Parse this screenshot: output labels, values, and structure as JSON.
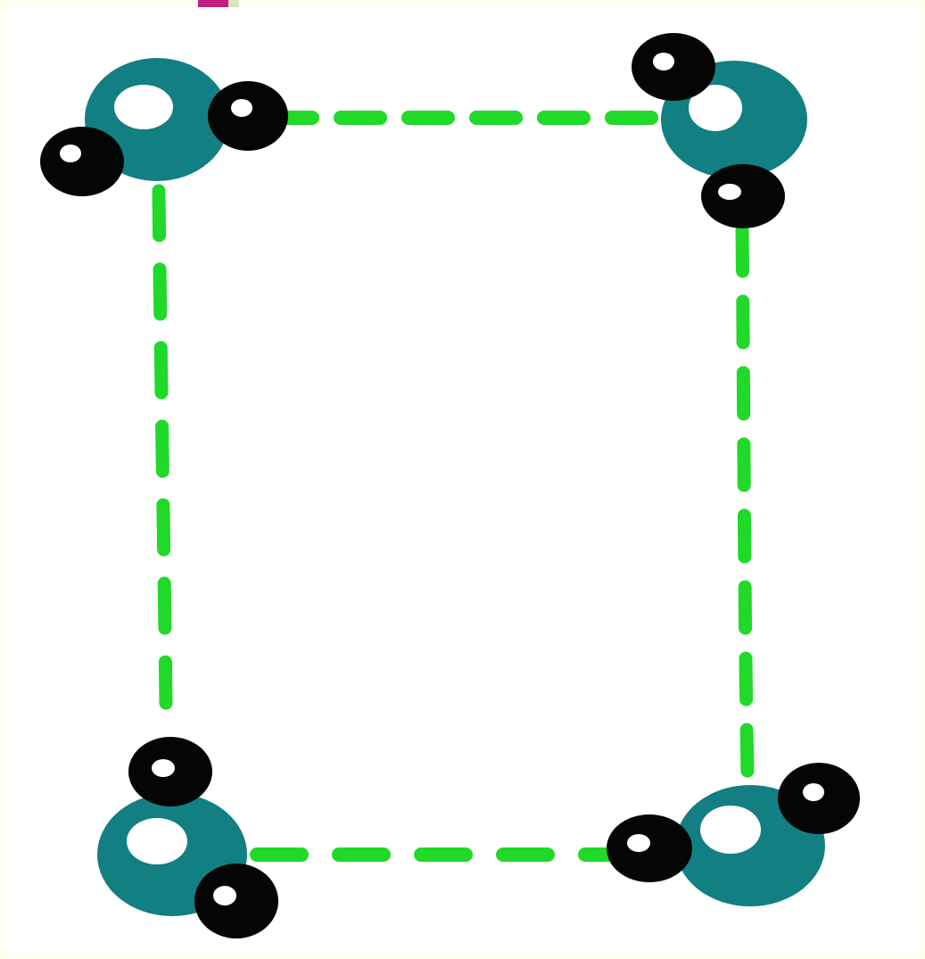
{
  "diagram": {
    "description_label": "",
    "colors": {
      "oxygen": "#127f83",
      "hydrogen": "#050505",
      "highlight": "#ffffff",
      "hydrogen_bond": "#20d928",
      "background": "#ffffff",
      "page_background": "#fffff2",
      "marker": "#c21f7e"
    },
    "molecules": [
      {
        "name": "water-molecule-top-left"
      },
      {
        "name": "water-molecule-top-right"
      },
      {
        "name": "water-molecule-bottom-left"
      },
      {
        "name": "water-molecule-bottom-right"
      }
    ],
    "bonds": [
      {
        "name": "hydrogen-bond-top"
      },
      {
        "name": "hydrogen-bond-right"
      },
      {
        "name": "hydrogen-bond-bottom"
      },
      {
        "name": "hydrogen-bond-left"
      }
    ]
  }
}
